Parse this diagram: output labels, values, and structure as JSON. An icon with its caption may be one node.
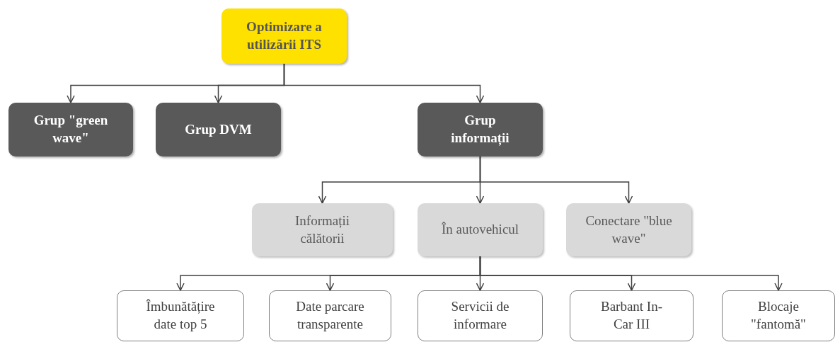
{
  "diagram": {
    "nodes": [
      {
        "text": [
          "Optimizare a utilizării ITS"
        ]
      },
      {
        "text": [
          "Grup \"green wave\""
        ]
      },
      {
        "text": [
          "Grup DVM"
        ]
      },
      {
        "text": [
          "Grup informații"
        ]
      },
      {
        "text": [
          "Informații călătorii"
        ]
      },
      {
        "text": [
          "În autovehicul"
        ]
      },
      {
        "text": [
          "Conectare \"blue wave\""
        ]
      },
      {
        "text": [
          "Îmbunătățire date top 5"
        ]
      },
      {
        "text": [
          "Date parcare transparente"
        ]
      },
      {
        "text": [
          "Servicii de informare"
        ]
      },
      {
        "text": [
          "Barbant In-Car III"
        ]
      },
      {
        "text": [
          "Blocaje \"fantomă\""
        ]
      }
    ],
    "edges": [
      {
        "from": 0,
        "to": 1,
        "arrow": "to"
      },
      {
        "from": 0,
        "to": 2,
        "arrow": "to"
      },
      {
        "from": 0,
        "to": 3,
        "arrow": "to"
      },
      {
        "from": 3,
        "to": 4,
        "arrow": "to"
      },
      {
        "from": 3,
        "to": 5,
        "arrow": "to"
      },
      {
        "from": 3,
        "to": 6,
        "arrow": "to"
      },
      {
        "from": 5,
        "to": 7,
        "arrow": "to"
      },
      {
        "from": 5,
        "to": 8,
        "arrow": "to"
      },
      {
        "from": 5,
        "to": 9,
        "arrow": "to"
      },
      {
        "from": 5,
        "to": 10,
        "arrow": "to"
      },
      {
        "from": 5,
        "to": 11,
        "arrow": "to"
      }
    ]
  }
}
